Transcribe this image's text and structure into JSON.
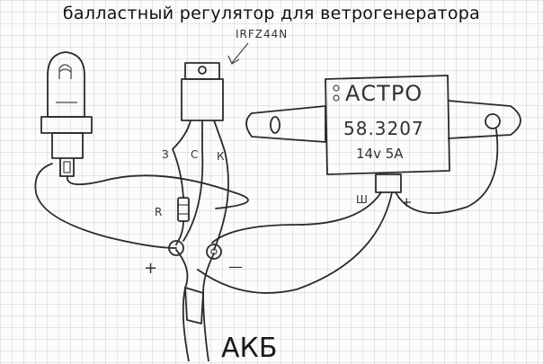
{
  "title": "балластный регулятор для ветрогенератора",
  "transistor": {
    "model": "IRFZ44N",
    "pin_gate": "З",
    "pin_source": "С",
    "pin_drain": "К"
  },
  "resistor": {
    "label": "R"
  },
  "regulator": {
    "brand": "АСТРО",
    "model": "58.3207",
    "rating": "14v 5A",
    "terminal_w": "Ш",
    "terminal_plus": "+"
  },
  "battery": {
    "label": "АКБ",
    "plus": "+",
    "minus": "—"
  }
}
